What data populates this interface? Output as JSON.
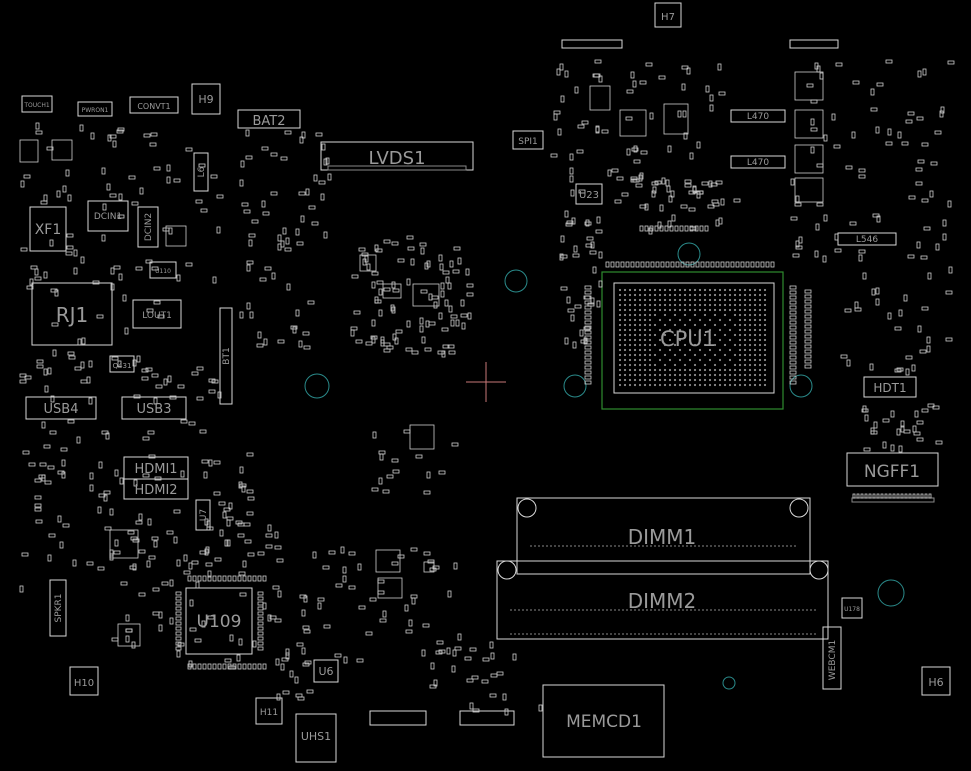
{
  "board": {
    "background": "#000000",
    "outline_color": "#d8d8d8",
    "label_color": "#9a9a9a",
    "cpu_frame_color": "#2e8b2e",
    "mounting_hole_color": "#2a8a8a",
    "crosshair_color": "#c87878",
    "labels": {
      "lvds": "LVDS1",
      "cpu": "CPU1",
      "dimm1": "DIMM1",
      "dimm2": "DIMM2",
      "memcd": "MEMCD1",
      "ngff": "NGFF1",
      "hdt": "HDT1",
      "webcm": "WEBCM1",
      "rj": "RJ1",
      "xf": "XF1",
      "usb4": "USB4",
      "usb3": "USB3",
      "hdmi1": "HDMI1",
      "hdmi2": "HDMI2",
      "u109": "U109",
      "uhs": "UHS1",
      "bat2": "BAT2",
      "bt1": "BT1",
      "spkr": "SPKR1",
      "lout": "LOUT1",
      "dcin": "DCIN1",
      "dcin2": "DCIN2",
      "h6": "H6",
      "h7": "H7",
      "h9": "H9",
      "h10": "H10",
      "h11": "H11",
      "u6": "U6",
      "u7": "U7",
      "u23": "U23",
      "touch": "TOUCH1",
      "pwron": "PWRON1",
      "convt": "CONVT1",
      "spi": "SPI1",
      "l470a": "L470",
      "l470b": "L470",
      "l546": "L546",
      "l6": "L6",
      "q431": "Q431",
      "u110": "U110",
      "u178": "U178",
      "u23s": "U23"
    }
  }
}
